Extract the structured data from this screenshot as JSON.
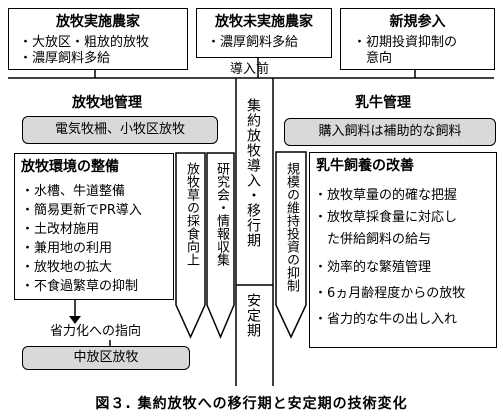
{
  "top": {
    "grazing_farmers": {
      "title": "放牧実施農家",
      "items": [
        "・大放区・粗放的放牧",
        "・濃厚飼料多給"
      ]
    },
    "non_grazing_farmers": {
      "title": "放牧未実施農家",
      "items": [
        "・濃厚飼料多給"
      ]
    },
    "new_entry": {
      "title": "新規参入",
      "items": [
        "・初期投資抑制の",
        "　意向"
      ]
    }
  },
  "pre_introduction": "導入前",
  "center_column": {
    "intensive": "集約放牧導入・移行期",
    "stable": "安定期"
  },
  "left": {
    "heading": "放牧地管理",
    "fence_box": "電気牧柵、小牧区放牧",
    "env_title": "放牧環境の整備",
    "env_items": [
      "・水槽、牛道整備",
      "・簡易更新でPR導入",
      "・土改材施用",
      "・兼用地の利用",
      "・放牧地の拡大",
      "・不食過繁草の抑制"
    ],
    "vertical_grass": "放牧草の採食向上",
    "vertical_research": "研究会・情報収集",
    "labor_direction": "省力化への指向",
    "medium_paddock": "中放区放牧"
  },
  "right": {
    "heading": "乳牛管理",
    "feed_box": "購入飼料は補助的な飼料",
    "vertical_scale": "規模の維持投資の抑制",
    "care_title": "乳牛飼養の改善",
    "care_items": [
      "・放牧草量の的確な把握",
      "・放牧草採食量に対応し",
      "　た併給飼料の給与",
      "・効率的な繁殖管理",
      "・6ヵ月齢程度からの放牧",
      "・省力的な牛の出し入れ"
    ]
  },
  "caption": "図３. 集約放牧への移行期と安定期の技術変化"
}
